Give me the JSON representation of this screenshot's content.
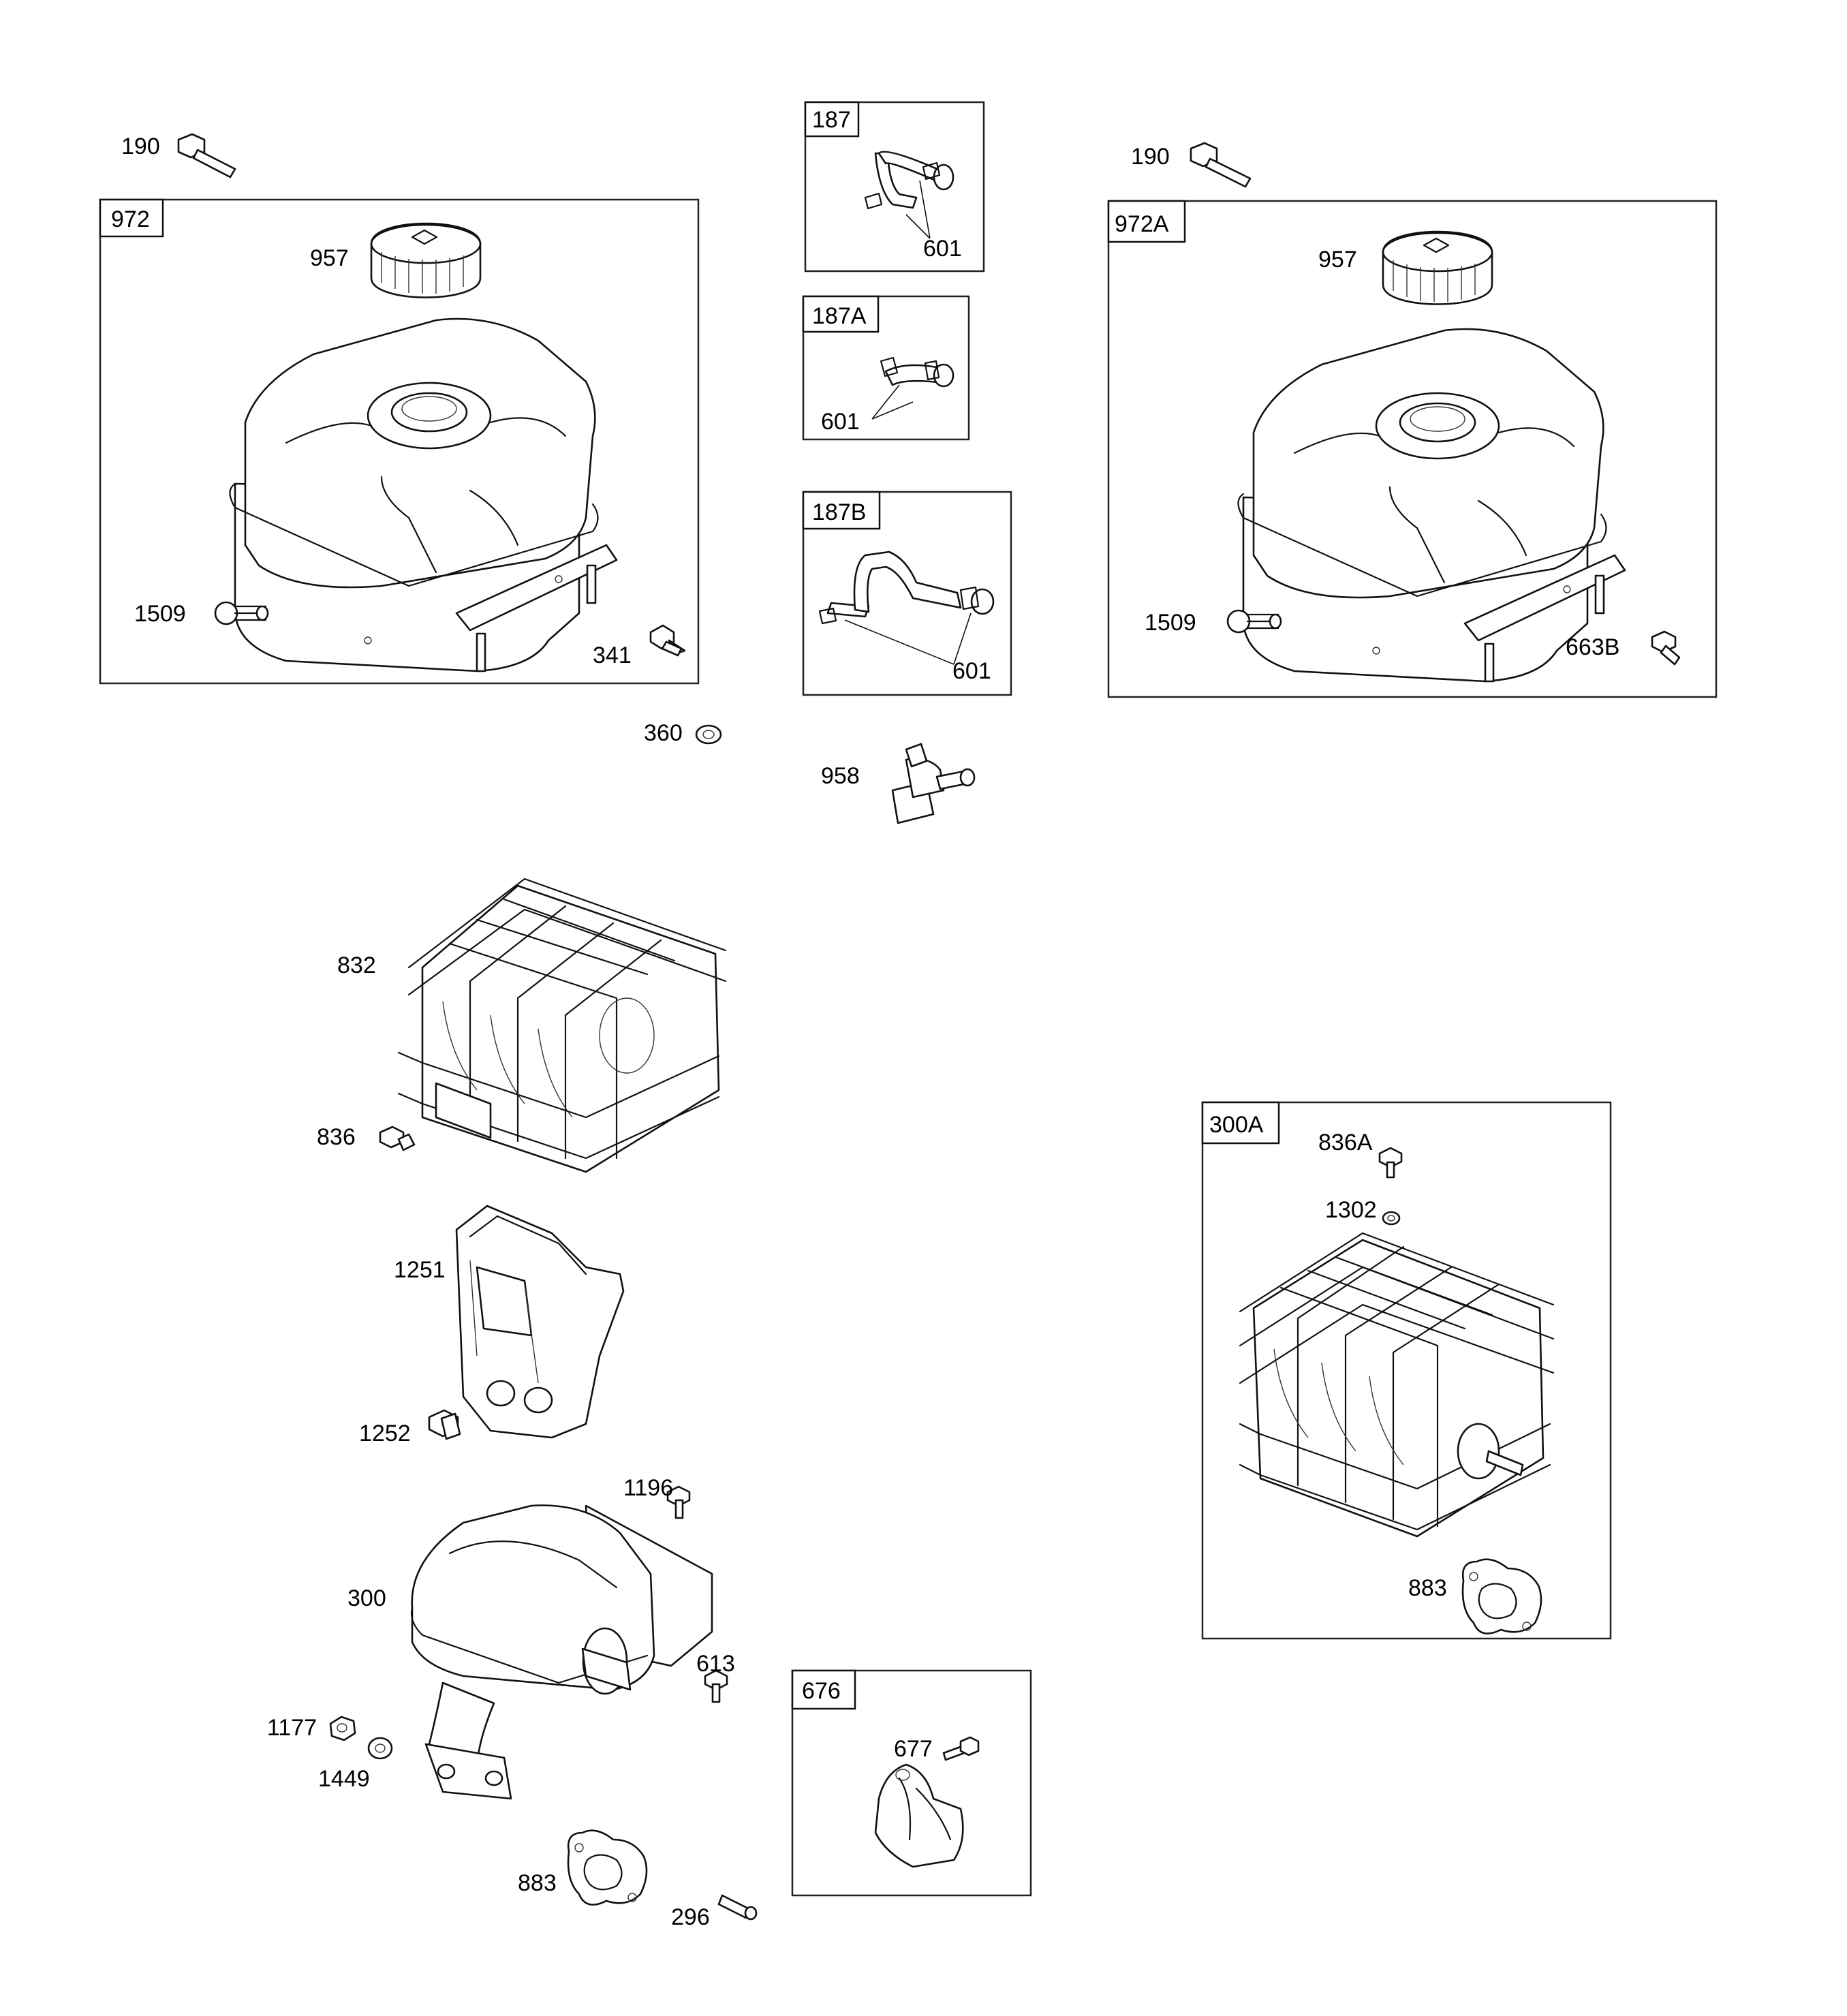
{
  "callouts": {
    "c190a": "190",
    "c972": "972",
    "c957a": "957",
    "c1509a": "1509",
    "c341": "341",
    "c360": "360",
    "c187": "187",
    "c601a": "601",
    "c187A": "187A",
    "c601b": "601",
    "c187B": "187B",
    "c601c": "601",
    "c958": "958",
    "c190b": "190",
    "c972A": "972A",
    "c957b": "957",
    "c1509b": "1509",
    "c663B": "663B",
    "c832": "832",
    "c836": "836",
    "c1251": "1251",
    "c1252": "1252",
    "c1196": "1196",
    "c300": "300",
    "c613": "613",
    "c1177": "1177",
    "c1449": "1449",
    "c883a": "883",
    "c296": "296",
    "c676": "676",
    "c677": "677",
    "c300A": "300A",
    "c836A": "836A",
    "c1302": "1302",
    "c883b": "883"
  }
}
